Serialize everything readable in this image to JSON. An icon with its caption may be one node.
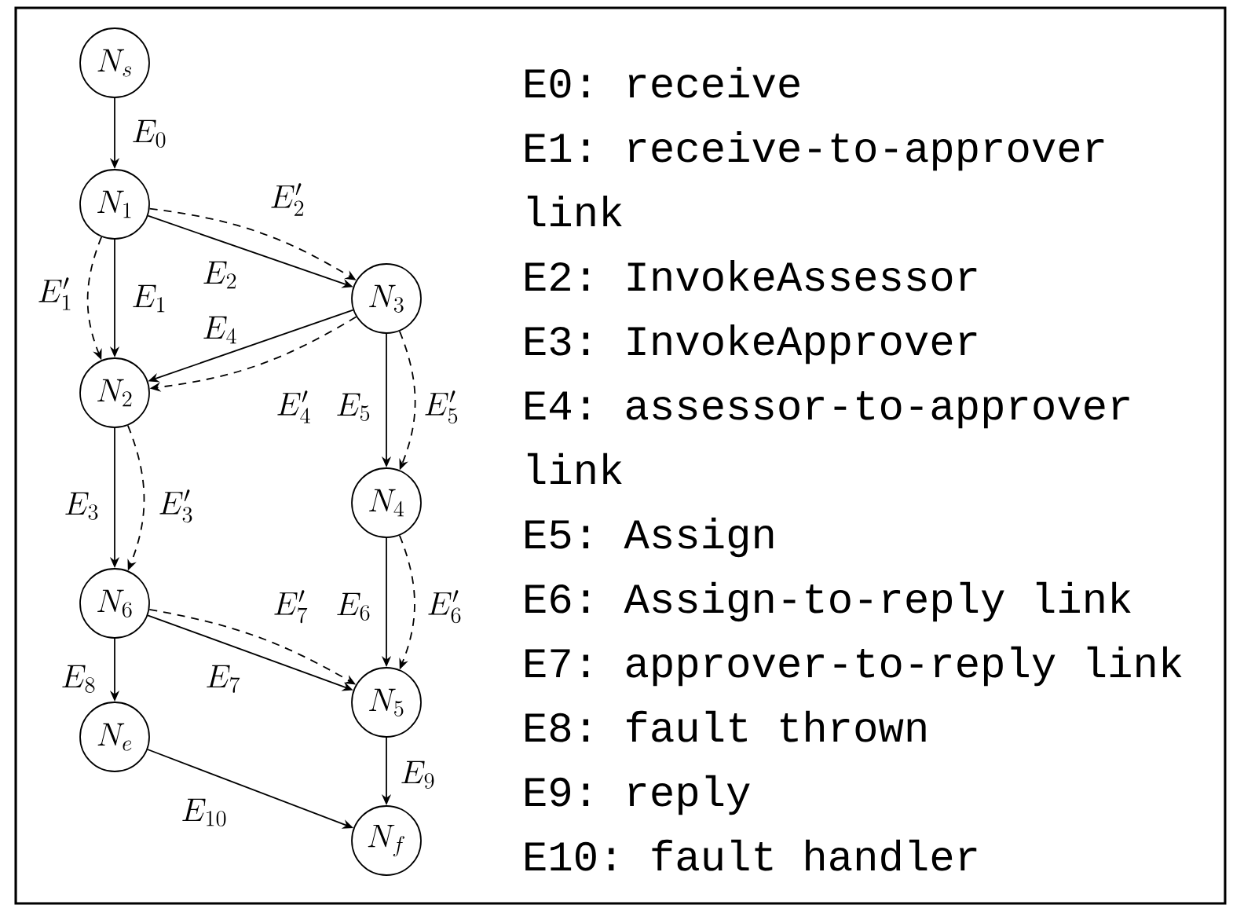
{
  "diagram": {
    "nodes": [
      {
        "text": [
          "N_s"
        ]
      },
      {
        "text": [
          "N_1"
        ]
      },
      {
        "text": [
          "N_3"
        ]
      },
      {
        "text": [
          "N_2"
        ]
      },
      {
        "text": [
          "N_4"
        ]
      },
      {
        "text": [
          "N_6"
        ]
      },
      {
        "text": [
          "N_5"
        ]
      },
      {
        "text": [
          "N_e"
        ]
      },
      {
        "text": [
          "N_f"
        ]
      }
    ],
    "edges": [
      {
        "from": 0,
        "to": 1,
        "arrow": "to",
        "label": "E_0"
      },
      {
        "from": 1,
        "to": 3,
        "arrow": "to",
        "label": "E_1"
      },
      {
        "from": 1,
        "to": 3,
        "arrow": "to",
        "label": "E'_1",
        "style": "dashed"
      },
      {
        "from": 1,
        "to": 2,
        "arrow": "to",
        "label": "E_2"
      },
      {
        "from": 1,
        "to": 2,
        "arrow": "to",
        "label": "E'_2",
        "style": "dashed"
      },
      {
        "from": 2,
        "to": 3,
        "arrow": "to",
        "label": "E_4"
      },
      {
        "from": 2,
        "to": 3,
        "arrow": "to",
        "label": "E'_4",
        "style": "dashed"
      },
      {
        "from": 2,
        "to": 4,
        "arrow": "to",
        "label": "E_5"
      },
      {
        "from": 2,
        "to": 4,
        "arrow": "to",
        "label": "E'_5",
        "style": "dashed"
      },
      {
        "from": 3,
        "to": 5,
        "arrow": "to",
        "label": "E_3"
      },
      {
        "from": 3,
        "to": 5,
        "arrow": "to",
        "label": "E'_3",
        "style": "dashed"
      },
      {
        "from": 4,
        "to": 6,
        "arrow": "to",
        "label": "E_6"
      },
      {
        "from": 4,
        "to": 6,
        "arrow": "to",
        "label": "E'_6",
        "style": "dashed"
      },
      {
        "from": 5,
        "to": 6,
        "arrow": "to",
        "label": "E_7"
      },
      {
        "from": 5,
        "to": 6,
        "arrow": "to",
        "label": "E'_7",
        "style": "dashed"
      },
      {
        "from": 5,
        "to": 7,
        "arrow": "to",
        "label": "E_8"
      },
      {
        "from": 6,
        "to": 8,
        "arrow": "to",
        "label": "E_9"
      },
      {
        "from": 7,
        "to": 8,
        "arrow": "to",
        "label": "E_{10}"
      }
    ],
    "labels": [
      "E0: receive",
      "E1: receive-to-approver link",
      "E2: InvokeAssessor",
      "E3: InvokeApprover",
      "E4: assessor-to-approver link",
      "E5: Assign",
      "E6: Assign-to-reply link",
      "E7: approver-to-reply link",
      "E8: fault thrown",
      "E9: reply",
      "E10: fault handler"
    ]
  }
}
